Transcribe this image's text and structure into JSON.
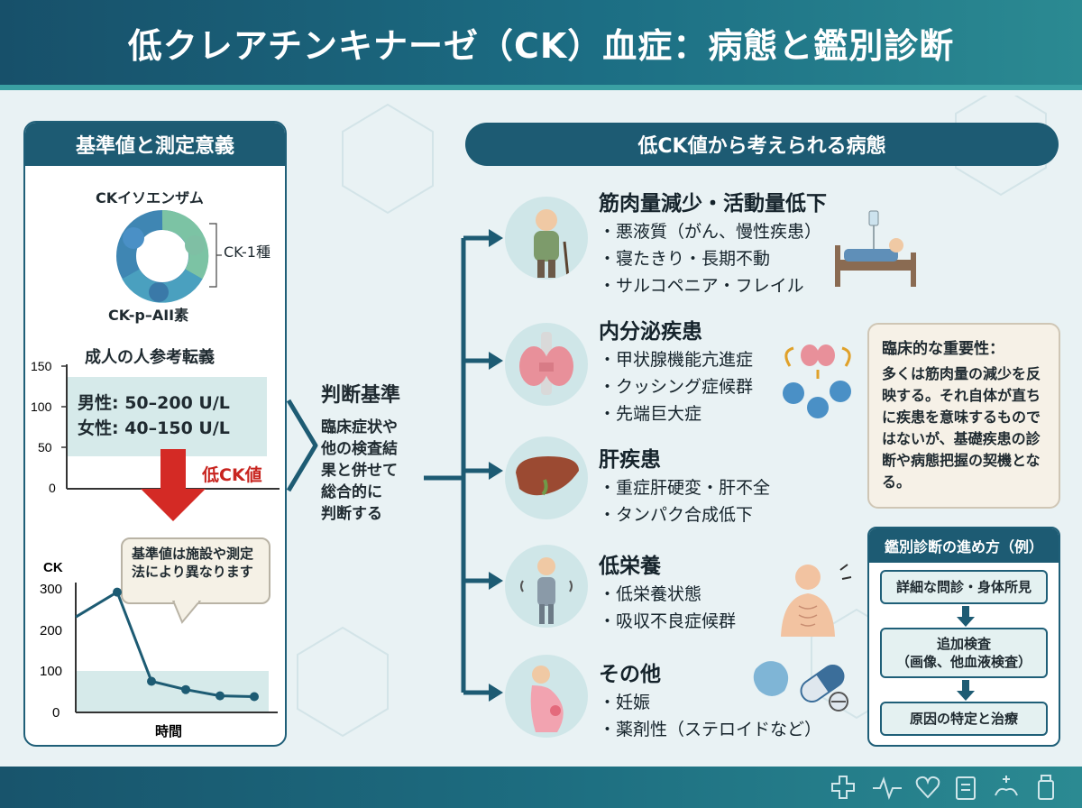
{
  "title": "低クレアチンキナーゼ（CK）血症：病態と鑑別診断",
  "left_panel": {
    "header": "基準値と測定意義",
    "isozyme_title": "CKイソエンザム",
    "isozyme_right_label": "CK-1種",
    "isozyme_bottom_label": "CK-p–AII素",
    "ref_title": "成人の人参考転義",
    "ref_male": "男性: 50–200 U/L",
    "ref_female": "女性: 40–150 U/L",
    "low_label": "低CK値",
    "ref_chart": {
      "ticks": [
        "150",
        "100",
        "50",
        "0"
      ]
    },
    "speech": "基準値は施設や測定法により異なります",
    "trend_chart_ylabel": "CK",
    "trend_chart_xlabel": "時間",
    "trend_chart_ticks": [
      "300",
      "200",
      "100",
      "0"
    ]
  },
  "middle": {
    "title": "判断基準",
    "lines": [
      "臨床症状や",
      "他の検査結",
      "果と併せて",
      "総合的に",
      "判断する"
    ]
  },
  "right_header": "低CK値から考えられる病態",
  "categories": [
    {
      "title": "筋肉量減少・活動量低下",
      "items": [
        "・悪液質（がん、慢性疾患）",
        "・寝たきり・長期不動",
        "・サルコペニア・フレイル"
      ]
    },
    {
      "title": "内分泌疾患",
      "items": [
        "・甲状腺機能亢進症",
        "・クッシング症候群",
        "・先端巨大症"
      ]
    },
    {
      "title": "肝疾患",
      "items": [
        "・重症肝硬変・肝不全",
        "・タンパク合成低下"
      ]
    },
    {
      "title": "低栄養",
      "items": [
        "・低栄養状態",
        "・吸収不良症候群"
      ]
    },
    {
      "title": "その他",
      "items": [
        "・妊娠",
        "・薬剤性（ステロイドなど）"
      ]
    }
  ],
  "important": {
    "title": "臨床的な重要性：",
    "body": "多くは筋肉量の減少を反映する。それ自体が直ちに疾患を意味するものではないが、基礎疾患の診断や病態把握の契機となる。"
  },
  "flow": {
    "header": "鑑別診断の進め方（例）",
    "step1": "詳細な問診・身体所見",
    "step2_a": "追加検査",
    "step2_b": "（画像、他血液検査）",
    "step3": "原因の特定と治療"
  },
  "chart_data": [
    {
      "type": "bar",
      "ylim": [
        0,
        150
      ],
      "note": "reference range band",
      "yticks": [
        0,
        50,
        100,
        150
      ]
    },
    {
      "type": "line",
      "xlabel": "時間",
      "ylabel": "CK",
      "ylim": [
        0,
        300
      ],
      "yticks": [
        0,
        100,
        200,
        300
      ],
      "x": [
        0,
        1,
        2,
        3,
        4,
        5
      ],
      "values": [
        230,
        290,
        75,
        55,
        40,
        38
      ],
      "reference_band": [
        0,
        100
      ]
    }
  ]
}
